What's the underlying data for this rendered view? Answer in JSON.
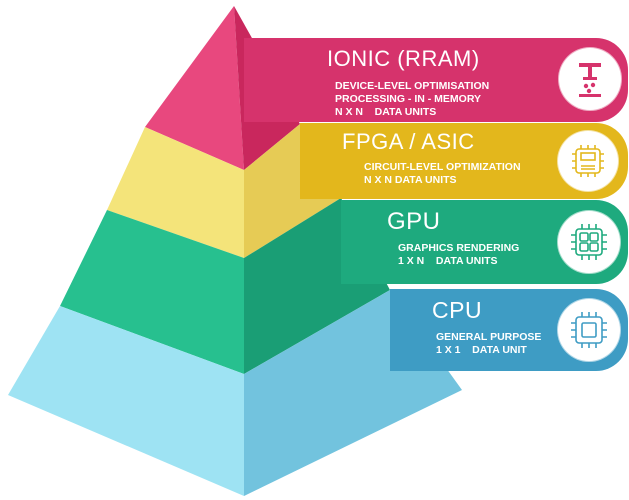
{
  "tiers": [
    {
      "title": "IONIC (RRAM)",
      "lines": [
        "DEVICE-LEVEL OPTIMISATION",
        "PROCESSING - IN - MEMORY",
        "N X N    DATA UNITS"
      ],
      "color": "#D6336C",
      "icon": "rram-device-icon"
    },
    {
      "title": "FPGA / ASIC",
      "lines": [
        "CIRCUIT-LEVEL OPTIMIZATION",
        "N X N DATA UNITS"
      ],
      "color": "#E3B71C",
      "icon": "fpga-chip-icon"
    },
    {
      "title": "GPU",
      "lines": [
        "GRAPHICS RENDERING",
        "1 X N    DATA UNITS"
      ],
      "color": "#1EAA7E",
      "icon": "gpu-chip-icon"
    },
    {
      "title": "CPU",
      "lines": [
        "GENERAL PURPOSE",
        "1 X 1    DATA UNIT"
      ],
      "color": "#3E9CC4",
      "icon": "cpu-chip-icon"
    }
  ],
  "pyramid_colors": {
    "top_left": "#E8487E",
    "top_right": "#C9275D",
    "second_left": "#F4E47A",
    "second_right": "#E6CB55",
    "third_left": "#27C08F",
    "third_right": "#1A9E75",
    "bottom_left": "#9EE3F3",
    "bottom_right": "#72C3DE"
  }
}
